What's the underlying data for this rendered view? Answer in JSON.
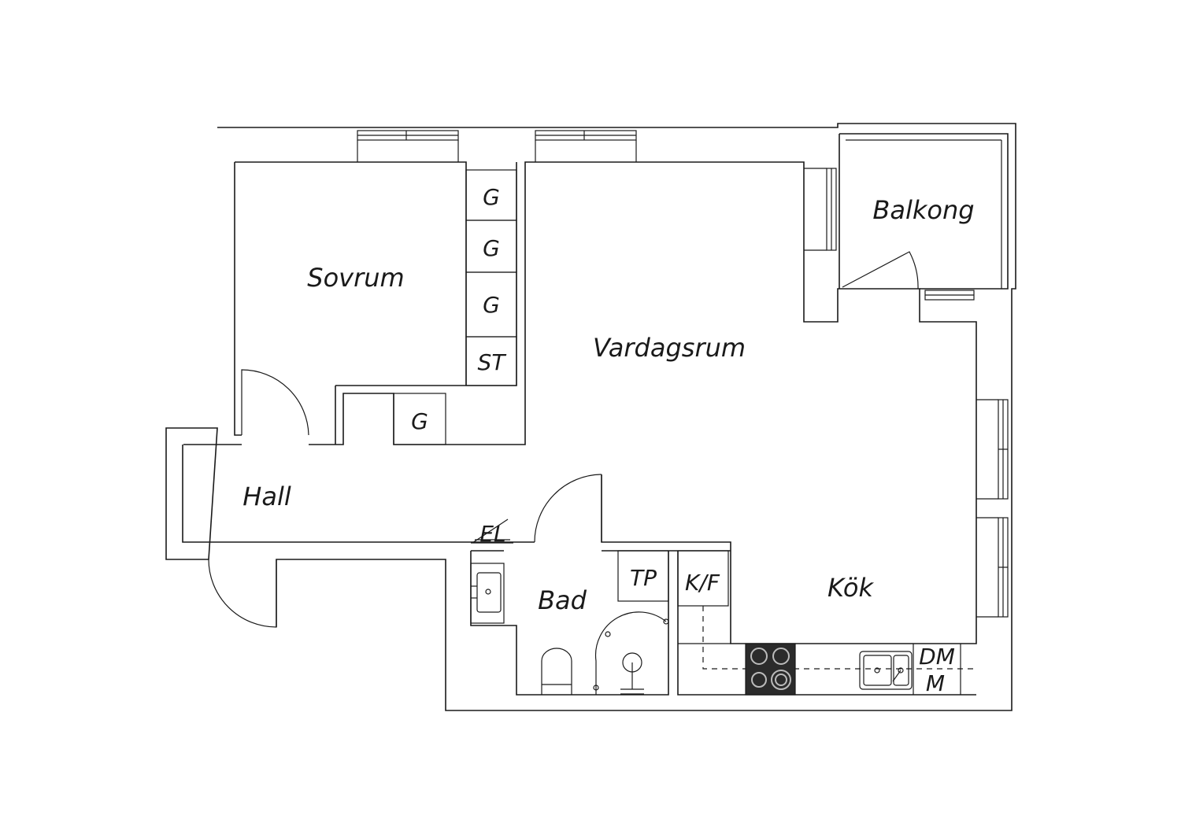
{
  "rooms": {
    "sovrum": "Sovrum",
    "vardagsrum": "Vardagsrum",
    "balkong": "Balkong",
    "hall": "Hall",
    "bad": "Bad",
    "kok": "Kök"
  },
  "fixtures": {
    "g1": "G",
    "g2": "G",
    "g3": "G",
    "st": "ST",
    "g4": "G",
    "el": "EL",
    "tp": "TP",
    "kf": "K/F",
    "dm": "DM",
    "m": "M"
  }
}
